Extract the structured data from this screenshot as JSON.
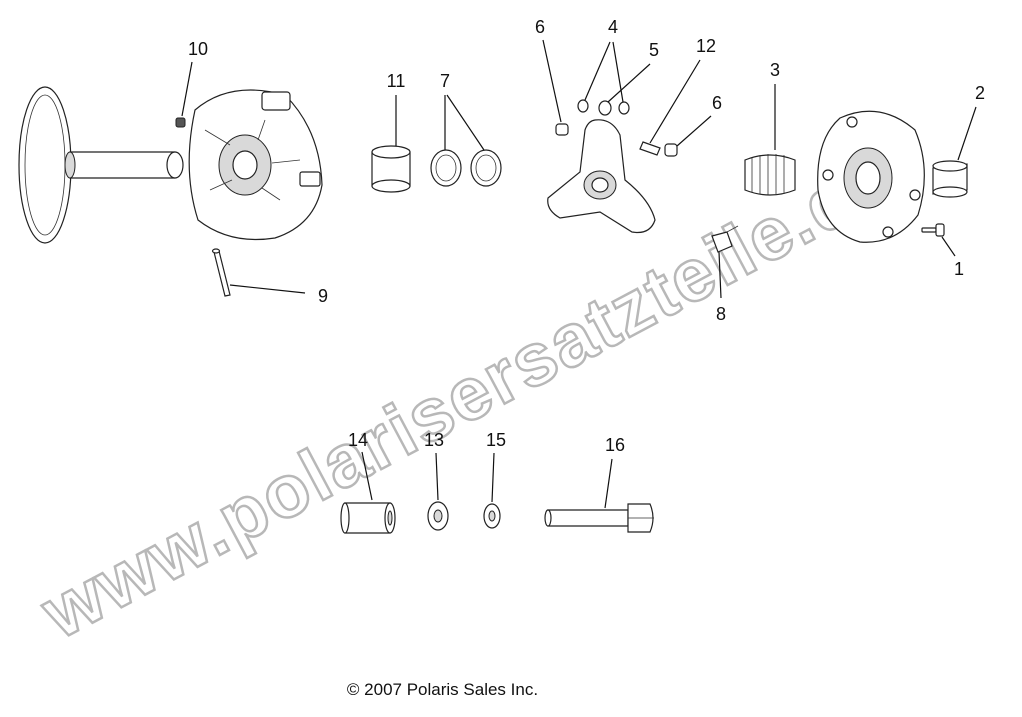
{
  "watermark": "www.polarisersatzteile.de",
  "copyright": "© 2007 Polaris Sales Inc.",
  "callouts": {
    "c1": "1",
    "c2": "2",
    "c3": "3",
    "c4": "4",
    "c5": "5",
    "c6a": "6",
    "c6b": "6",
    "c7": "7",
    "c8": "8",
    "c9": "9",
    "c10": "10",
    "c11": "11",
    "c12": "12",
    "c13": "13",
    "c14": "14",
    "c15": "15",
    "c16": "16"
  }
}
